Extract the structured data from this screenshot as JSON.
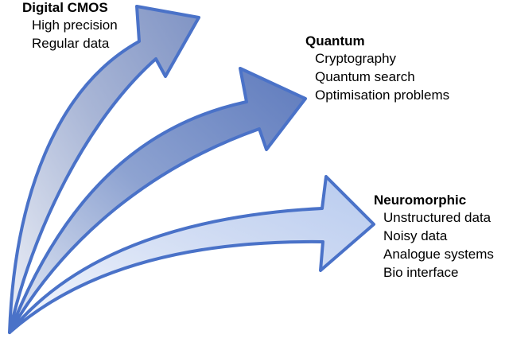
{
  "groups": [
    {
      "id": "cmos",
      "title": "Digital CMOS",
      "items": [
        "High precision",
        "Regular data"
      ],
      "fill": "#8a9ec9"
    },
    {
      "id": "quantum",
      "title": "Quantum",
      "items": [
        "Cryptography",
        "Quantum search",
        "Optimisation problems"
      ],
      "fill": "#6f88c2"
    },
    {
      "id": "neuromorphic",
      "title": "Neuromorphic",
      "items": [
        "Unstructured data",
        "Noisy data",
        "Analogue systems",
        "Bio interface"
      ],
      "fill": "#c2d2f0"
    }
  ],
  "colors": {
    "outline": "#4a72c8"
  }
}
